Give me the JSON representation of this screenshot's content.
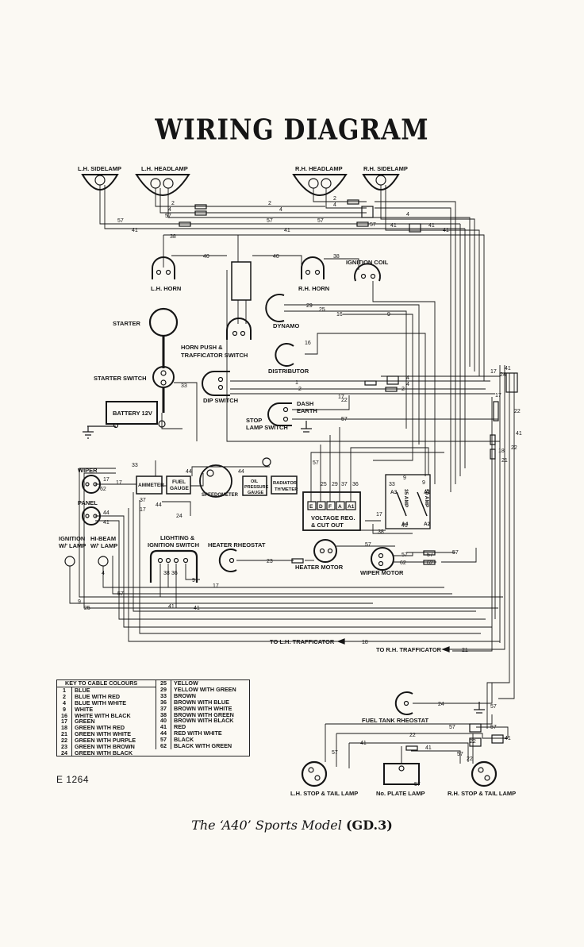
{
  "title": "WIRING DIAGRAM",
  "components": {
    "lh_sidelamp": "L.H. SIDELAMP",
    "lh_headlamp": "L.H. HEADLAMP",
    "rh_headlamp": "R.H. HEADLAMP",
    "rh_sidelamp": "R.H. SIDELAMP",
    "lh_horn": "L.H. HORN",
    "rh_horn": "R.H. HORN",
    "ignition_coil": "IGNITION COIL",
    "dynamo": "DYNAMO",
    "starter": "STARTER",
    "horn_push_1": "HORN PUSH &",
    "horn_push_2": "TRAFFICATOR SWITCH",
    "distributor": "DISTRIBUTOR",
    "starter_switch": "STARTER SWITCH",
    "battery": "BATTERY 12V",
    "dip_switch": "DIP SWITCH",
    "stop_lamp_switch_1": "STOP",
    "stop_lamp_switch_2": "LAMP SWITCH",
    "dash_earth_1": "DASH",
    "dash_earth_2": "EARTH",
    "wiper": "WIPER",
    "panel": "PANEL",
    "ammeter": "AMMETER",
    "fuel_gauge_1": "FUEL",
    "fuel_gauge_2": "GAUGE",
    "speedometer": "SPEEDOMETER",
    "oil_gauge_1": "OIL",
    "oil_gauge_2": "PRESSURE",
    "oil_gauge_3": "GAUGE",
    "radiator_1": "RADIATOR",
    "radiator_2": "TH'METER",
    "voltage_reg_1": "VOLTAGE REG.",
    "voltage_reg_2": "& CUT OUT",
    "ignition_lamp_1": "IGNITION",
    "ignition_lamp_2": "W/' LAMP",
    "hibeam_lamp_1": "HI-BEAM",
    "hibeam_lamp_2": "W/' LAMP",
    "lighting_switch_1": "LIGHTING &",
    "lighting_switch_2": "IGNITION SWITCH",
    "heater_rheostat": "HEATER RHEOSTAT",
    "heater_motor": "HEATER MOTOR",
    "wiper_motor": "WIPER MOTOR",
    "to_lh_trafficator": "TO L.H. TRAFFICATOR",
    "to_rh_trafficator": "TO R.H. TRAFFICATOR",
    "fuel_tank_rheostat": "FUEL TANK RHEOSTAT",
    "lh_stop_tail": "L.H. STOP & TAIL LAMP",
    "no_plate_lamp": "No. PLATE LAMP",
    "rh_stop_tail": "R.H. STOP & TAIL LAMP",
    "fuse_35": "35 AMP",
    "fuse_50": "50 AMP"
  },
  "wire_numbers": {
    "w2": "2",
    "w4": "4",
    "w57": "57",
    "w41": "41",
    "w38": "38",
    "w40": "40",
    "w29": "29",
    "w25": "25",
    "w16": "16",
    "w9": "9",
    "w33": "33",
    "w17": "17",
    "w22": "22",
    "w24": "24",
    "w18": "18",
    "w21": "21",
    "w23": "23",
    "w44": "44",
    "w37": "37",
    "w36": "36",
    "w62": "62",
    "w1": "1"
  },
  "terminals": {
    "vr": [
      "E",
      "D",
      "F",
      "A",
      "A1"
    ],
    "a1": "A1",
    "a2": "A2",
    "a3": "A3",
    "a4": "A4"
  },
  "key_title": "KEY TO CABLE COLOURS",
  "key_colours": [
    {
      "n": "1",
      "c": "BLUE"
    },
    {
      "n": "2",
      "c": "BLUE WITH RED"
    },
    {
      "n": "4",
      "c": "BLUE WITH WHITE"
    },
    {
      "n": "9",
      "c": "WHITE"
    },
    {
      "n": "16",
      "c": "WHITE WITH BLACK"
    },
    {
      "n": "17",
      "c": "GREEN"
    },
    {
      "n": "18",
      "c": "GREEN WITH RED"
    },
    {
      "n": "21",
      "c": "GREEN WITH WHITE"
    },
    {
      "n": "22",
      "c": "GREEN WITH PURPLE"
    },
    {
      "n": "23",
      "c": "GREEN WITH BROWN"
    },
    {
      "n": "24",
      "c": "GREEN WITH BLACK"
    },
    {
      "n": "25",
      "c": "YELLOW"
    },
    {
      "n": "29",
      "c": "YELLOW WITH GREEN"
    },
    {
      "n": "33",
      "c": "BROWN"
    },
    {
      "n": "36",
      "c": "BROWN WITH BLUE"
    },
    {
      "n": "37",
      "c": "BROWN WITH WHITE"
    },
    {
      "n": "38",
      "c": "BROWN WITH GREEN"
    },
    {
      "n": "40",
      "c": "BROWN WITH BLACK"
    },
    {
      "n": "41",
      "c": "RED"
    },
    {
      "n": "44",
      "c": "RED WITH WHITE"
    },
    {
      "n": "57",
      "c": "BLACK"
    },
    {
      "n": "62",
      "c": "BLACK WITH GREEN"
    }
  ],
  "reference": "E 1264",
  "caption_italic": "The ‘A40’ Sports Model",
  "caption_bold": "(GD.3)"
}
